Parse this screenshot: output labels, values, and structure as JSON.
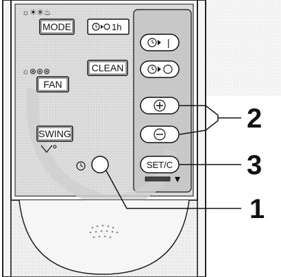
{
  "left_panel": {
    "mode_icons": "☼☀✳♨",
    "mode_label": "MODE",
    "timer_1h_label": "1h",
    "clean_label": "CLEAN",
    "fan_icons": "☼⊛⊛⊛",
    "fan_label": "FAN",
    "swing_label": "SWING"
  },
  "right_panel": {
    "on_timer_symbol": "|",
    "set_c_label": "SET/C"
  },
  "callouts": {
    "one": "1",
    "two": "2",
    "three": "3"
  }
}
